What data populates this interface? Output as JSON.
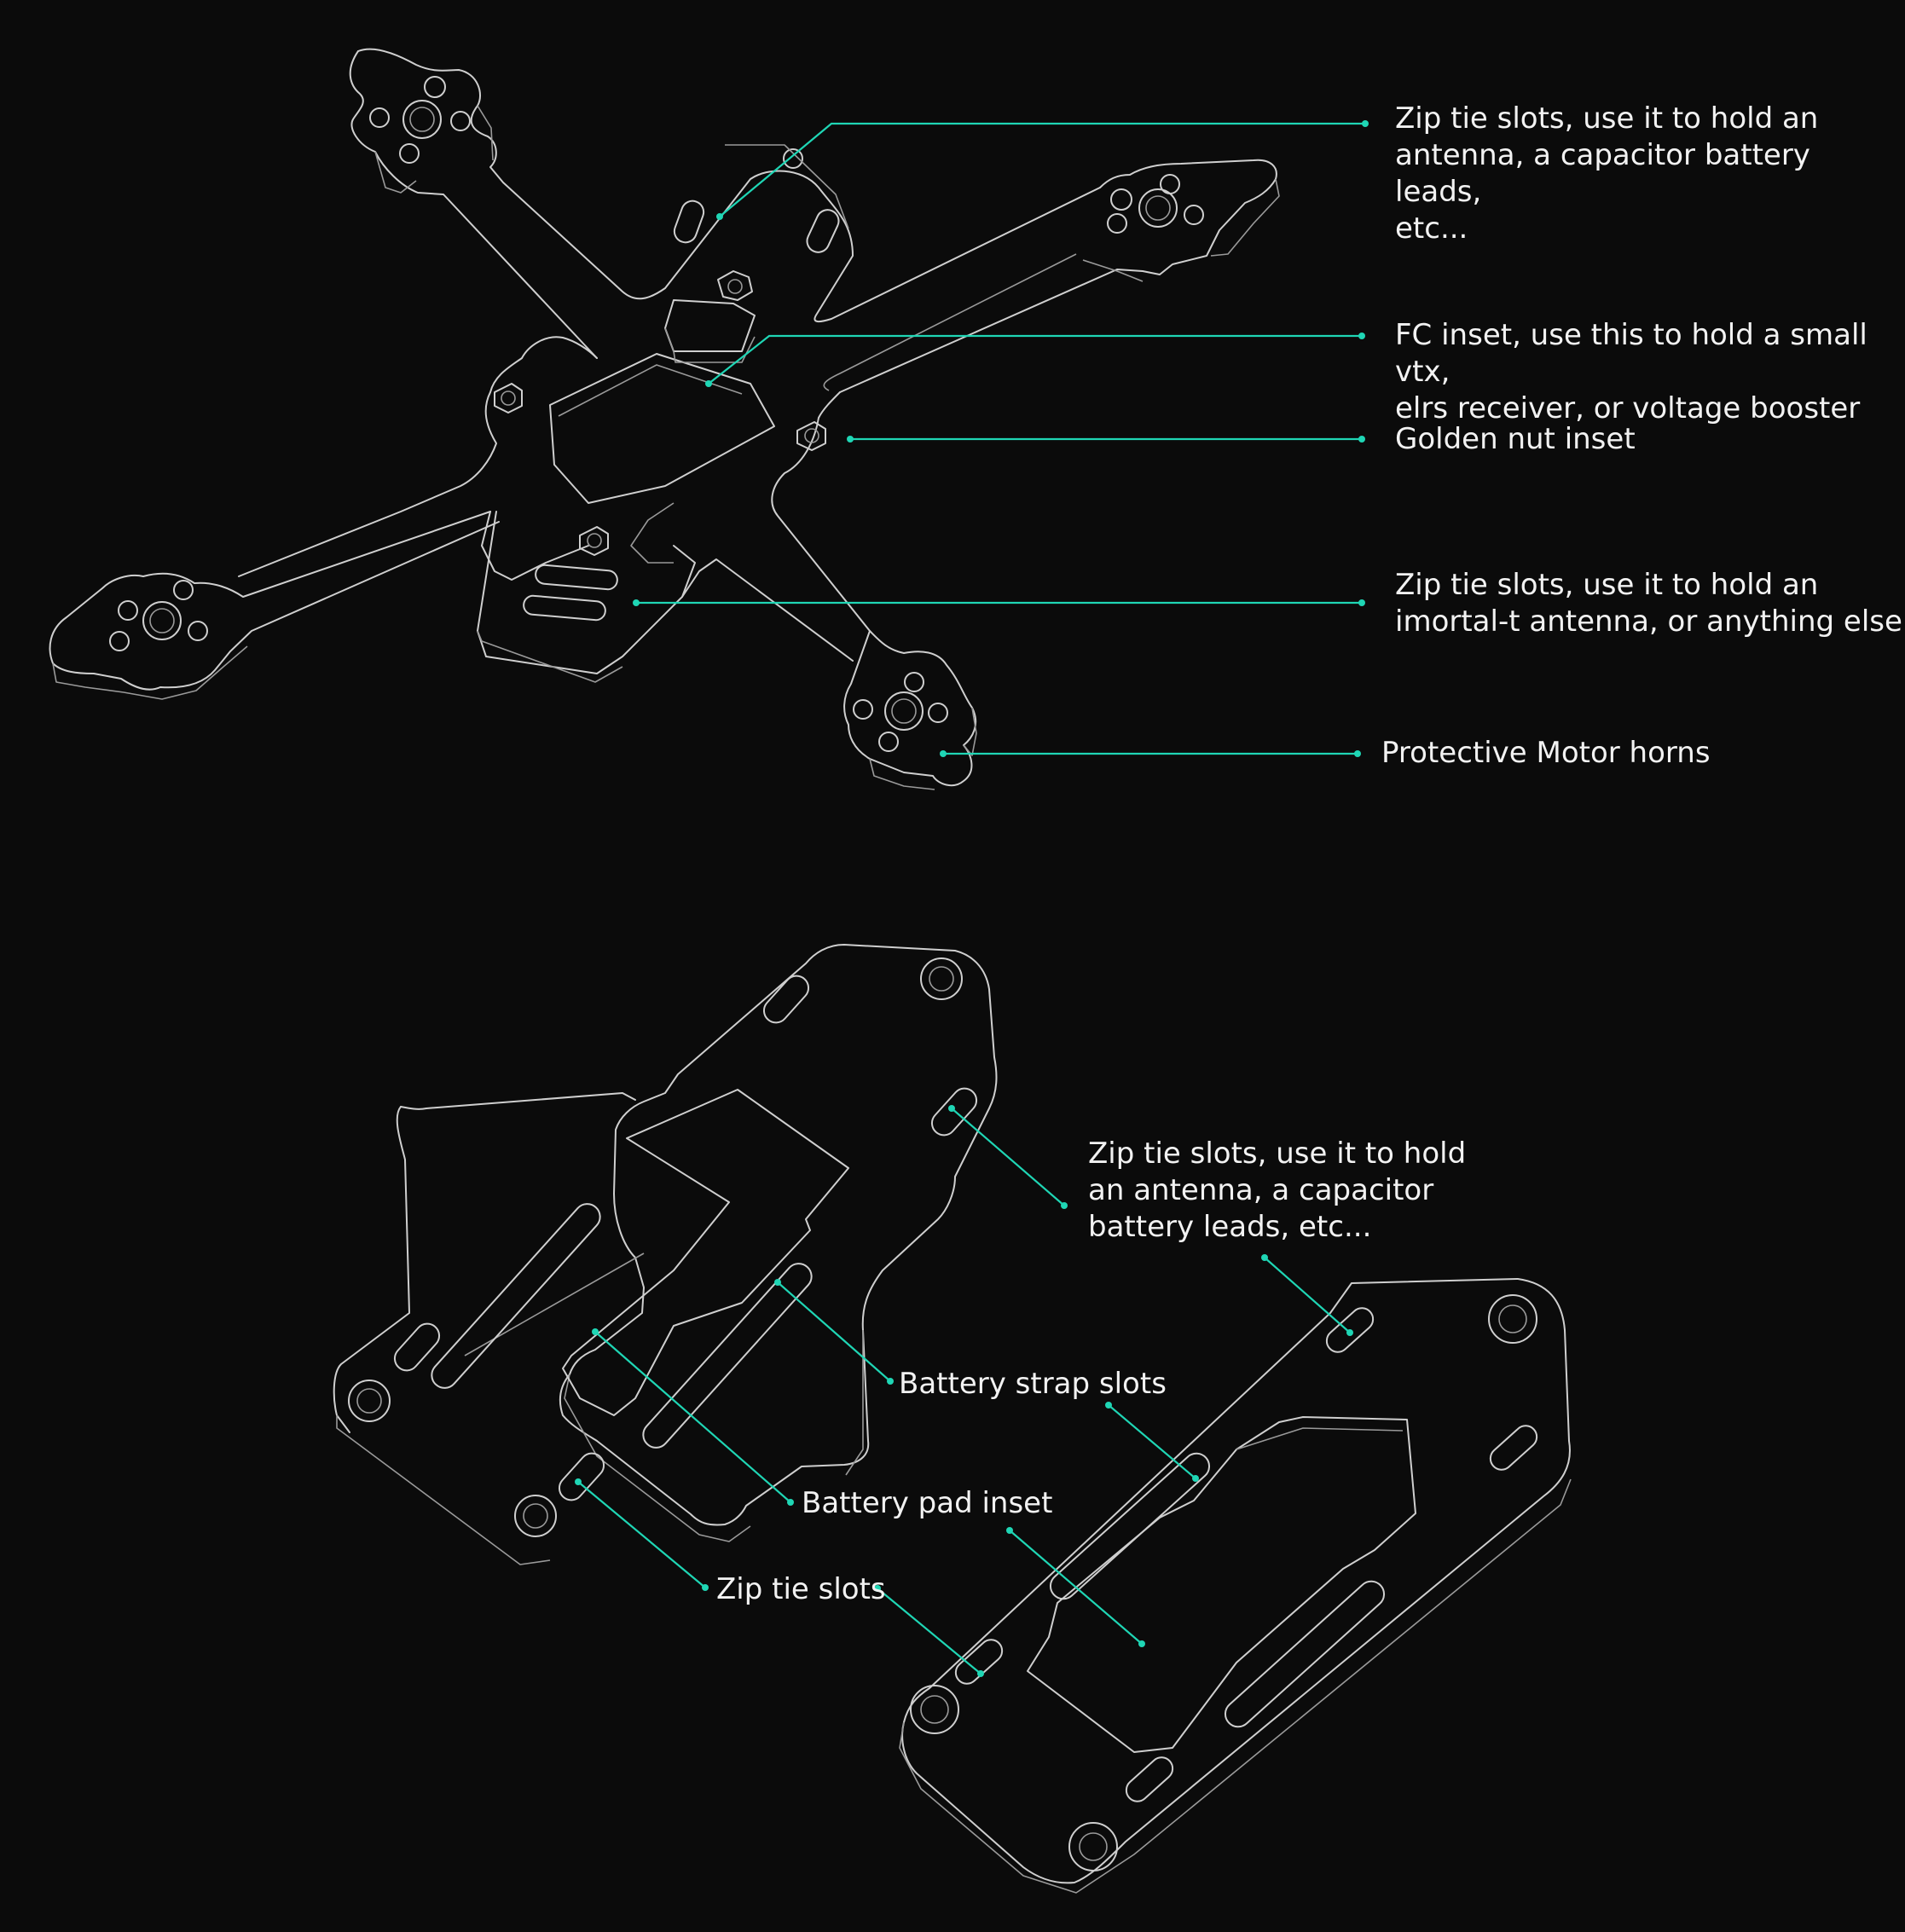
{
  "colors": {
    "background": "#0b0b0b",
    "line_art": "#cfcfcf",
    "leader": "#1fd6b5",
    "text": "#f2f2f2"
  },
  "bottom_plate_callouts": {
    "zip_tie_slots_1": "Zip tie slots, use it to hold an\nantenna, a capacitor battery leads,\netc...",
    "fc_inset": "FC inset, use this to hold a small vtx,\nelrs receiver, or voltage booster",
    "golden_nut_inset": "Golden nut inset",
    "zip_tie_slots_2": "Zip tie slots, use it to hold an\nimortal-t antenna, or anything else",
    "motor_horns": "Protective Motor horns"
  },
  "top_plate_callouts": {
    "zip_tie_slots_3": "Zip tie slots, use it to hold\nan antenna, a capacitor\nbattery leads, etc...",
    "battery_strap_slots": "Battery strap slots",
    "battery_pad_inset": "Battery pad inset",
    "zip_tie_slots_4": "Zip tie slots"
  }
}
